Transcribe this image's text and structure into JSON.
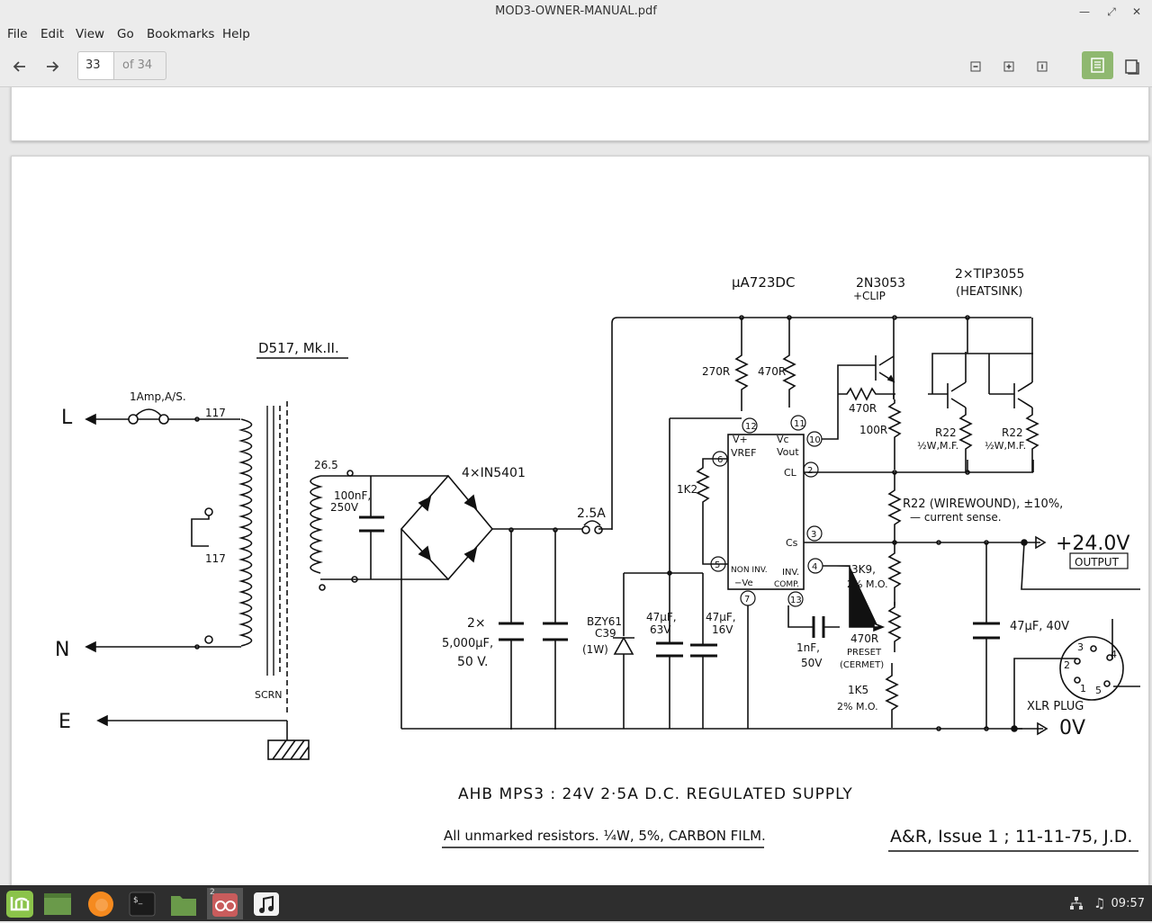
{
  "window": {
    "title": "MOD3-OWNER-MANUAL.pdf"
  },
  "menu": {
    "file": "File",
    "edit": "Edit",
    "view": "View",
    "go": "Go",
    "bookmarks": "Bookmarks",
    "help": "Help"
  },
  "toolbar": {
    "page_number": "33",
    "page_total": "of 34"
  },
  "schematic": {
    "transformer_label": "D517, Mk.II.",
    "fuse_label": "1Amp,A/S.",
    "tap_top": "117",
    "tap_mid": "117",
    "secondary_v": "26.5",
    "terminal_L": "L",
    "terminal_N": "N",
    "terminal_E": "E",
    "screen_label": "SCRN",
    "cap_100nf_1": "100nF,",
    "cap_100nf_2": "250V",
    "bridge_label": "4×IN5401",
    "fuse2_label": "2.5A",
    "reservoir_1": "2×",
    "reservoir_2": "5,000µF,",
    "reservoir_3": "50 V.",
    "zener_1": "BZY61",
    "zener_2": "C39",
    "zener_3": "(1W)",
    "c47_63_1": "47µF,",
    "c47_63_2": "63V",
    "c47_16_1": "47µF,",
    "c47_16_2": "16V",
    "ic_name": "µA723DC",
    "r270": "270R",
    "r470_top": "470R",
    "r1k2": "1K2",
    "ic_vplus": "V+",
    "ic_vref": "VREF",
    "ic_vc": "Vc",
    "ic_vout": "Vout",
    "ic_cl": "CL",
    "ic_cs": "Cs",
    "ic_noninv": "NON INV.",
    "ic_inv": "INV.",
    "ic_minusve": "−Ve",
    "ic_comp": "COMP.",
    "pin12": "12",
    "pin11": "11",
    "pin10": "10",
    "pin6": "6",
    "pin2": "2",
    "pin3": "3",
    "pin5": "5",
    "pin4": "4",
    "pin7": "7",
    "pin13": "13",
    "q_driver_1": "2N3053",
    "q_driver_2": "+CLIP",
    "q_pass_1": "2×TIP3055",
    "q_pass_2": "(HEATSINK)",
    "r470_base": "470R",
    "r100": "100R",
    "r22a_1": "R22",
    "r22a_2": "½W,M.F.",
    "r22b_1": "R22",
    "r22b_2": "½W,M.F.",
    "rsense_1": "R22 (WIREWOUND), ±10%,",
    "rsense_2": "— current sense.",
    "r3k9_1": "3K9,",
    "r3k9_2": "2% M.O.",
    "cap_1nf_1": "1nF,",
    "cap_1nf_2": "50V",
    "preset_1": "470R",
    "preset_2": "PRESET",
    "preset_3": "(CERMET)",
    "r1k5_1": "1K5",
    "r1k5_2": "2% M.O.",
    "out_cap": "47µF, 40V",
    "out_voltage": "+24.0V",
    "out_box": "OUTPUT",
    "zero_v": "0V",
    "xlr": "XLR  PLUG",
    "xlr_pins": [
      "3",
      "4",
      "2",
      "1",
      "5"
    ],
    "title_line": "AHB    MPS3 :  24V   2·5A D.C. REGULATED SUPPLY",
    "note_line": "All unmarked resistors. ¼W, 5%, CARBON FILM.",
    "issue_line": "A&R,  Issue 1 ;  11-11-75,  J.D."
  },
  "taskbar": {
    "clock": "09:57",
    "badge": "2"
  }
}
